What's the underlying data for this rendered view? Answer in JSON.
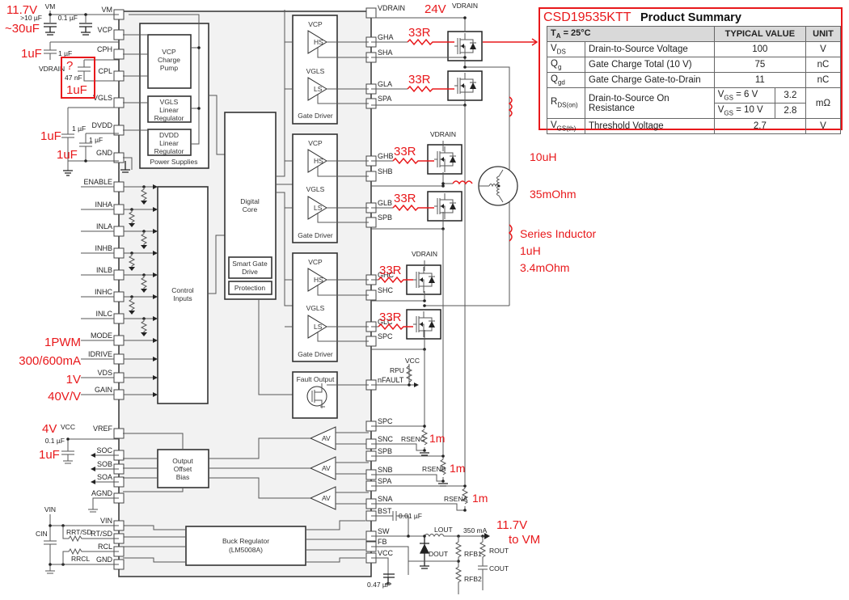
{
  "product_summary": {
    "part_number": "CSD19535KTT",
    "title": "Product Summary",
    "header": {
      "condition": "T",
      "condition_sub": "A",
      "condition_rest": " = 25°C",
      "typical": "TYPICAL VALUE",
      "unit": "UNIT"
    },
    "rows": [
      {
        "sym": "V",
        "sub": "DS",
        "param": "Drain-to-Source Voltage",
        "value": "100",
        "unit": "V"
      },
      {
        "sym": "Q",
        "sub": "g",
        "param": "Gate Charge Total (10 V)",
        "value": "75",
        "unit": "nC"
      },
      {
        "sym": "Q",
        "sub": "gd",
        "param": "Gate Charge Gate-to-Drain",
        "value": "11",
        "unit": "nC"
      },
      {
        "sym": "R",
        "sub": "DS(on)",
        "param": "Drain-to-Source On Resistance",
        "cond1": "V",
        "cond1_sub": "GS",
        "cond1_rest": " = 6 V",
        "value1": "3.2",
        "cond2": "V",
        "cond2_sub": "GS",
        "cond2_rest": " = 10 V",
        "value2": "2.8",
        "unit": "mΩ"
      },
      {
        "sym": "V",
        "sub": "GS(th)",
        "param": "Threshold Voltage",
        "value": "2.7",
        "unit": "V"
      }
    ]
  },
  "left_pins": [
    "VM",
    "VCP",
    "CPH",
    "CPL",
    "VGLS",
    "DVDD",
    "GND",
    "ENABLE",
    "INHA",
    "INLA",
    "INHB",
    "INLB",
    "INHC",
    "INLC",
    "MODE",
    "IDRIVE",
    "VDS",
    "GAIN",
    "VREF",
    "SOC",
    "SOB",
    "SOA",
    "AGND",
    "VIN",
    "RT/SD",
    "RCL",
    "GND"
  ],
  "right_pins": [
    "VDRAIN",
    "GHA",
    "SHA",
    "GLA",
    "SPA",
    "GHB",
    "SHB",
    "GLB",
    "SPB",
    "GHC",
    "SHC",
    "GLC",
    "SPC",
    "nFAULT",
    "SPC",
    "SNC",
    "SPB",
    "SNB",
    "SPA",
    "SNA",
    "BST",
    "SW",
    "FB",
    "VCC"
  ],
  "blocks": {
    "power_supplies": "Power Supplies",
    "vcp_pump": [
      "VCP",
      "Charge",
      "Pump"
    ],
    "vgls_reg": [
      "VGLS",
      "Linear",
      "Regulator"
    ],
    "dvdd_reg": [
      "DVDD",
      "Linear",
      "Regulator"
    ],
    "control_inputs": [
      "Control",
      "Inputs"
    ],
    "digital_core": [
      "Digital",
      "Core"
    ],
    "smart_gate": [
      "Smart Gate",
      "Drive"
    ],
    "protection": "Protection",
    "gate_driver": "Gate Driver",
    "hs": "HS",
    "ls": "LS",
    "vcp": "VCP",
    "vgls": "VGLS",
    "fault_output": "Fault Output",
    "output_offset": [
      "Output",
      "Offset",
      "Bias"
    ],
    "amp": "AV",
    "buck": [
      "Buck Regulator",
      "(LM5008A)"
    ]
  },
  "external_labels": {
    "vm": "VM",
    "cap_vm_big": ">10 µF",
    "cap_vm_small": "0.1 µF",
    "cap_vcp": "1 µF",
    "vdrain_left": "VDRAIN",
    "cap_flying": "47 nF",
    "cap_vgls": "1 µF",
    "cap_dvdd": "1 µF",
    "vdrain": "VDRAIN",
    "vcc": "VCC",
    "cap_vref": "0.1 µF",
    "vin": "VIN",
    "cin": "CIN",
    "rrtsd": "RRT/SD",
    "rrcl": "RRCL",
    "rpu": "RPU",
    "rsenc": "RSENC",
    "rsenb": "RSENB",
    "rsena": "RSENA",
    "cbst": "0.01 µF",
    "lout": "LOUT",
    "iout": "350 mA",
    "dout": "DOUT",
    "rfb1": "RFB1",
    "rfb2": "RFB2",
    "rout": "ROUT",
    "cout": "COUT",
    "cvcc": "0.47 µF"
  },
  "annotations": {
    "vm_voltage": "11.7V",
    "vm_cap": "~30uF",
    "vcp_cap": "1uF",
    "flying_question": "?",
    "flying_cap": "1uF",
    "vgls_cap": "1uF",
    "dvdd_cap": "1uF",
    "vdrain_voltage": "24V",
    "gate_r": "33R",
    "motor_l": "10uH",
    "motor_r": "35mOhm",
    "series_title": "Series Inductor",
    "series_l": "1uH",
    "series_r": "3.4mOhm",
    "mode": "1PWM",
    "idrive": "300/600mA",
    "vds": "1V",
    "gain": "40V/V",
    "vref_v": "4V",
    "vref_cap": "1uF",
    "rsense": "1m",
    "buck_out_v": "11.7V",
    "buck_out_to": "to VM"
  },
  "colors": {
    "annotation": "#e8181b",
    "chip_bg": "#f2f2f2"
  }
}
